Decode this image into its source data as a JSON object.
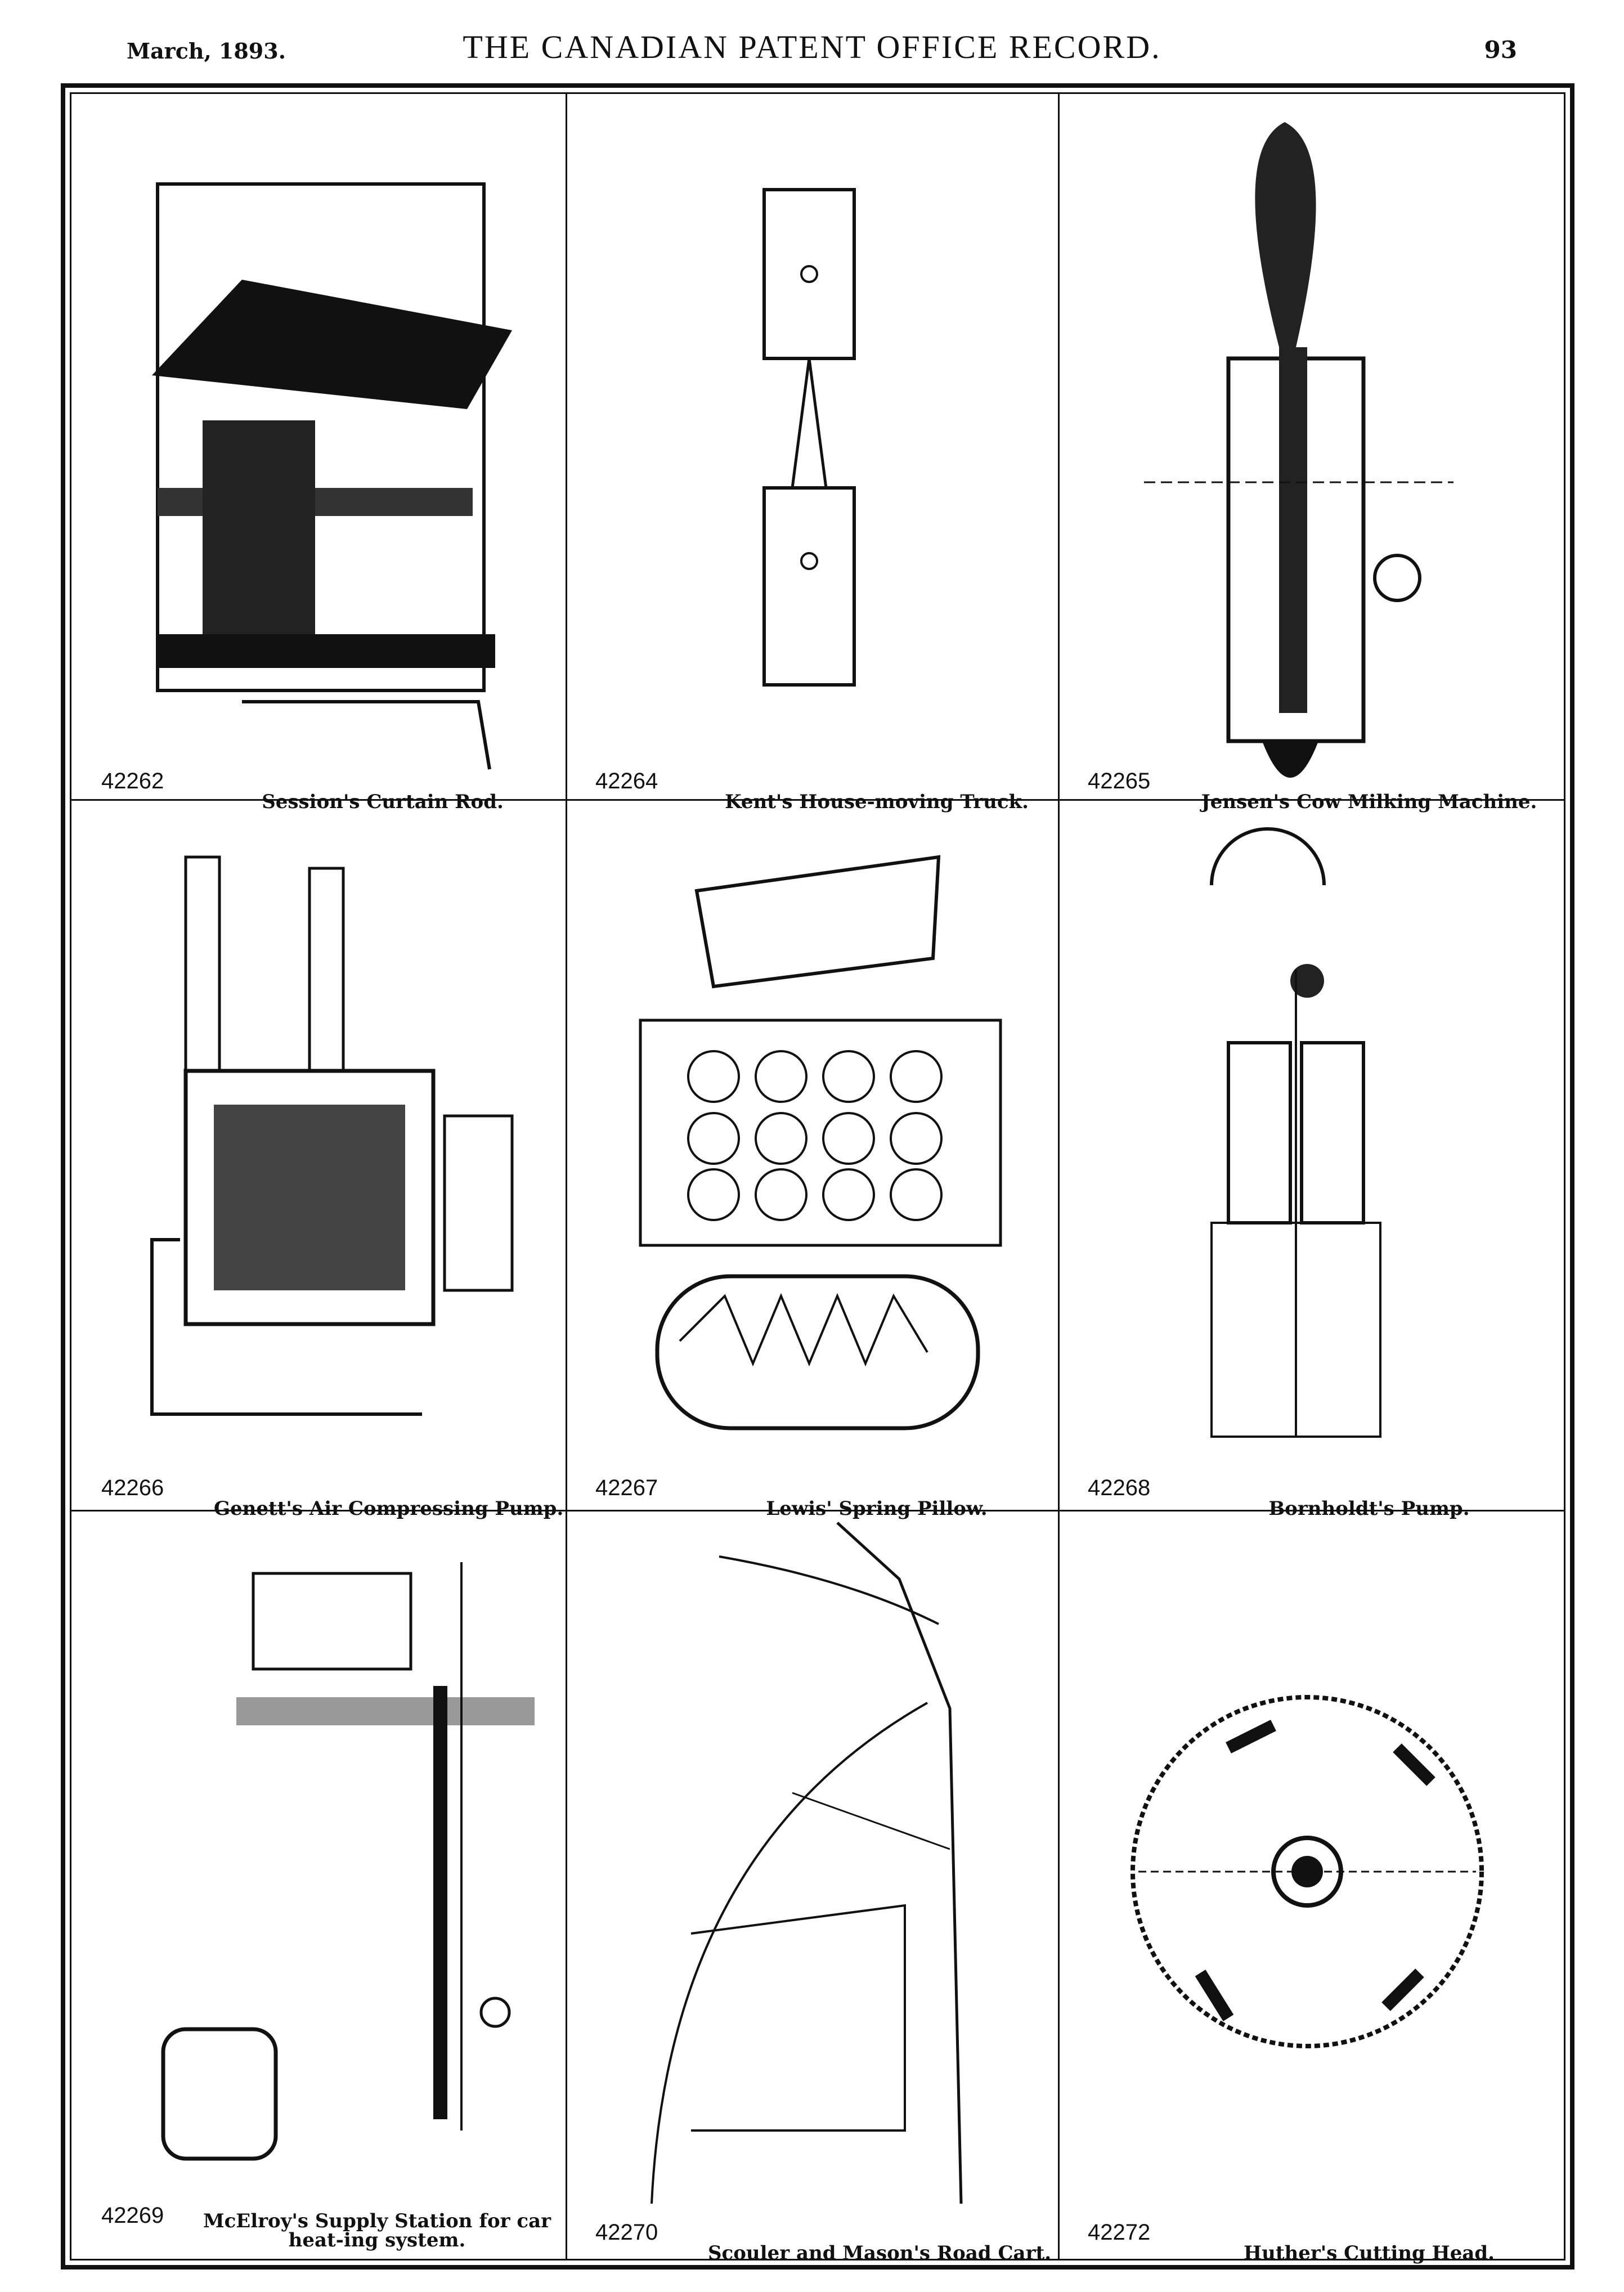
{
  "header": {
    "date": "March, 1893.",
    "title": "THE CANADIAN PATENT OFFICE RECORD.",
    "page_number": "93"
  },
  "patents": [
    {
      "number": "42262",
      "title": "Session's Curtain Rod."
    },
    {
      "number": "42264",
      "title": "Kent's House-moving Truck."
    },
    {
      "number": "42265",
      "title": "Jensen's Cow Milking Machine."
    },
    {
      "number": "42266",
      "title": "Genett's Air Compressing Pump."
    },
    {
      "number": "42267",
      "title": "Lewis' Spring Pillow."
    },
    {
      "number": "42268",
      "title": "Bornholdt's Pump."
    },
    {
      "number": "42269",
      "title": "McElroy's Supply Station for car heat-ing system."
    },
    {
      "number": "42270",
      "title": "Scouler and Mason's Road Cart."
    },
    {
      "number": "42272",
      "title": "Huther's Cutting Head."
    }
  ]
}
